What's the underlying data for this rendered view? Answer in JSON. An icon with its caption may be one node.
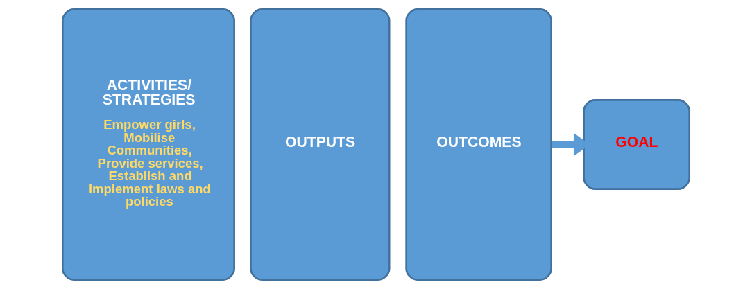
{
  "diagram": {
    "nodes": [
      {
        "text": [
          "ACTIVITIES/ STRATEGIES",
          "Empower girls, Mobilise Communities, Provide services, Establish and implement laws and policies"
        ]
      },
      {
        "text": [
          "OUTPUTS"
        ]
      },
      {
        "text": [
          "OUTCOMES"
        ]
      },
      {
        "text": [
          "GOAL"
        ]
      }
    ],
    "edges": [
      {
        "from": 2,
        "to": 3,
        "arrow": "to"
      }
    ]
  }
}
